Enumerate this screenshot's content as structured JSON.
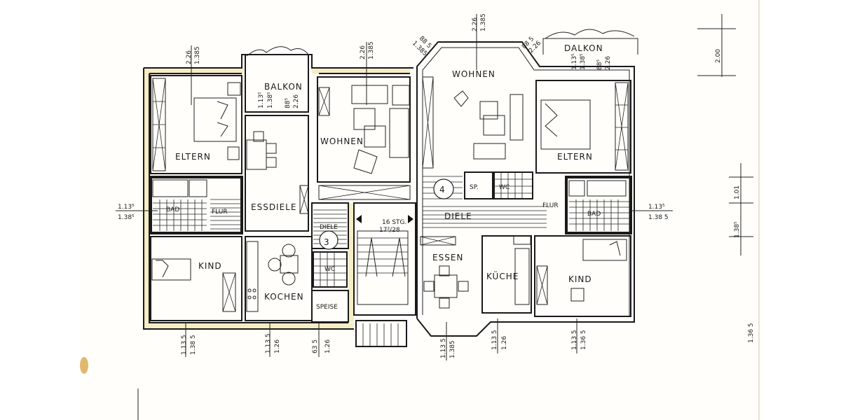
{
  "document": {
    "type": "floor-plan",
    "colors": {
      "wall": "#1a1a1a",
      "wall_fill_highlight": "#f6edc4",
      "paper": "#fffefb"
    }
  },
  "rooms": {
    "left_unit": {
      "eltern": "ELTERN",
      "balkon": "BALKON",
      "wohnen": "WOHNEN",
      "essdiele": "ESSDIELE",
      "bad": "BAD",
      "flur": "FLUR",
      "kind": "KIND",
      "kochen": "KOCHEN",
      "speise": "SPEISE",
      "diele": "DIELE",
      "wc": "WC",
      "unit_number": "3"
    },
    "stair": {
      "steps": "16 STG.",
      "ratio": "17²/28"
    },
    "right_unit": {
      "wohnen": "WOHNEN",
      "balkon": "DALKON",
      "eltern": "ELTERN",
      "sp": "SP.",
      "wc": "WC",
      "diele": "DIELE",
      "flur": "FLUR",
      "bad": "BAD",
      "essen": "ESSEN",
      "kueche": "KÜCHE",
      "kind": "KIND",
      "unit_number": "4"
    }
  },
  "dimensions": {
    "eltern_left_window": [
      "2.26",
      "1.385"
    ],
    "balkon_left_door": [
      "1.13⁵",
      "1.38⁵",
      "88⁵",
      "2.26"
    ],
    "wohnen_left_window": [
      "2.26",
      "1.385"
    ],
    "bad_left_window": [
      "1.13⁵",
      "1.38⁵"
    ],
    "kind_left_window": [
      "1.13 5",
      "1.38 5"
    ],
    "kochen_window": [
      "1.13 5",
      "1.26"
    ],
    "speise_window": [
      "63 5",
      "1.26"
    ],
    "wohnen_right_window_top": [
      "2.26",
      "1.385"
    ],
    "wohnen_right_bay_left": [
      "88 5",
      "1.385"
    ],
    "wohnen_right_bay_right": [
      "88 5",
      "2.26"
    ],
    "balkon_right_door": [
      "1.13⁵",
      "1.38⁵",
      "88⁵",
      "2.26"
    ],
    "bad_right_window": [
      "1.13⁵",
      "1.38 5"
    ],
    "essen_window": [
      "1.13 5",
      "1.385"
    ],
    "kueche_window": [
      "1.13 5",
      "1.26"
    ],
    "kind_right_window": [
      "1.13 5",
      "1.36 5"
    ],
    "side_chain_top": "2.00",
    "side_chain_mid_upper": "1.01",
    "side_chain_mid_lower": "1.38⁵",
    "side_chain_bottom": "1.36 5"
  }
}
